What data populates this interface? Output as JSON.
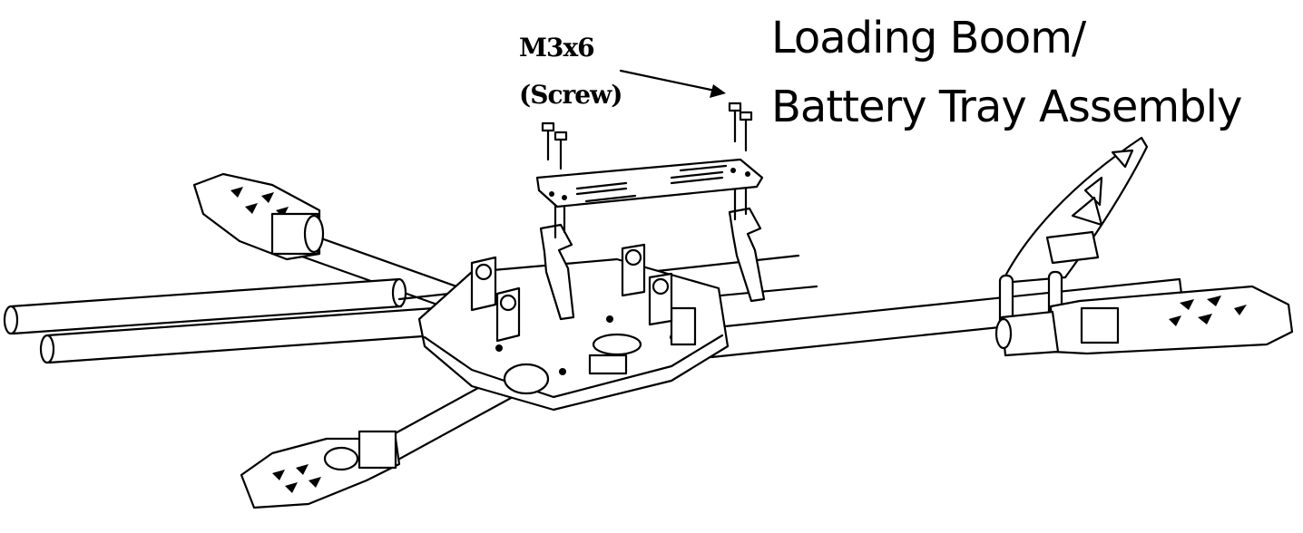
{
  "title": {
    "line1": "Loading Boom/",
    "line2": "Battery Tray Assembly"
  },
  "callout": {
    "line1": "M3x6",
    "line2": "(Screw)"
  },
  "colors": {
    "ink": "#000000",
    "background": "#ffffff"
  }
}
